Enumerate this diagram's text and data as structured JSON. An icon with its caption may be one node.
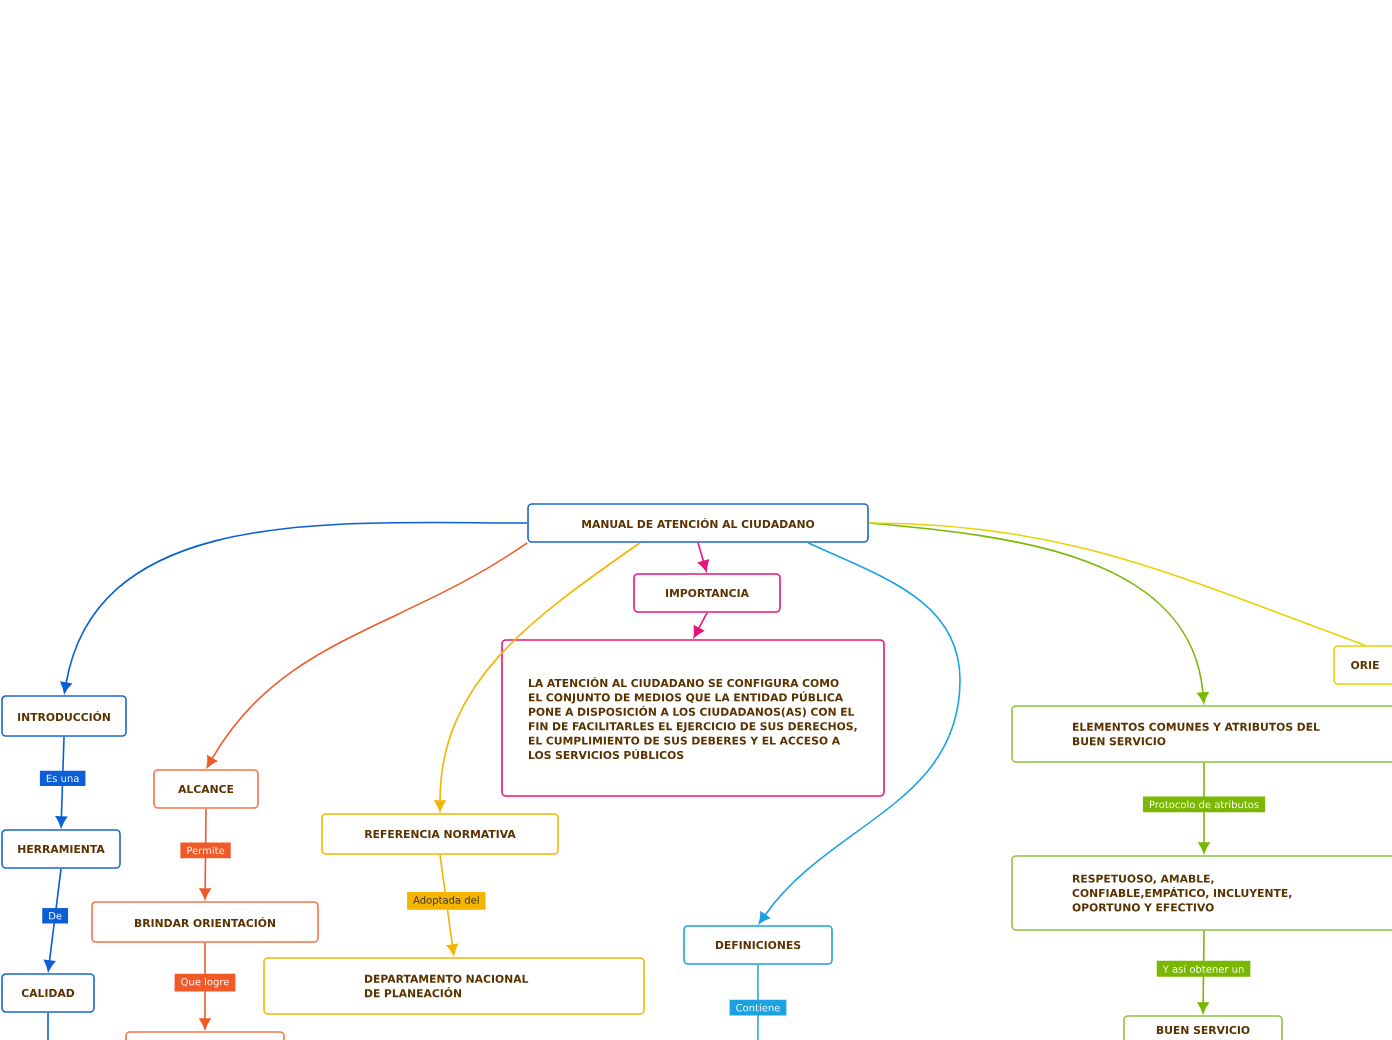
{
  "diagram": {
    "nodes": [
      {
        "text": [
          "MANUAL DE ATENCIÓN AL CIUDADANO"
        ]
      },
      {
        "text": [
          "IMPORTANCIA"
        ]
      },
      {
        "text": [
          "LA ATENCIÓN AL CIUDADANO SE CONFIGURA COMO EL CONJUNTO DE MEDIOS QUE LA ENTIDAD PÚBLICA PONE A DISPOSICIÓN A LOS CIUDADANOS(AS) CON EL FIN DE FACILITARLES EL EJERCICIO DE SUS DERECHOS, EL CUMPLIMIENTO DE SUS DEBERES Y EL ACCESO A LOS SERVICIOS PÚBLICOS"
        ]
      },
      {
        "text": [
          "INTRODUCCIÓN"
        ]
      },
      {
        "text": [
          "HERRAMIENTA"
        ]
      },
      {
        "text": [
          "CALIDAD"
        ]
      },
      {
        "text": [
          "ALCANCE"
        ]
      },
      {
        "text": [
          "BRINDAR ORIENTACIÓN"
        ]
      },
      {
        "text": [],
        "shape": "box"
      },
      {
        "text": [
          "REFERENCIA NORMATIVA"
        ]
      },
      {
        "text": [
          "DEPARTAMENTO NACIONAL DE PLANEACIÓN"
        ]
      },
      {
        "text": [
          "DEFINICIONES"
        ]
      },
      {
        "text": [
          "ELEMENTOS COMUNES Y ATRIBUTOS DEL BUEN SERVICIO"
        ]
      },
      {
        "text": [
          "RESPETUOSO, AMABLE, CONFIABLE,EMPÁTICO, INCLUYENTE, OPORTUNO Y EFECTIVO"
        ]
      },
      {
        "text": [
          "BUEN SERVICIO"
        ]
      },
      {
        "text": [
          "ORIE"
        ]
      }
    ],
    "edges": [
      {
        "from": 0,
        "to": 3,
        "arrow": "to",
        "color": "#0a5fd6"
      },
      {
        "from": 0,
        "to": 6,
        "arrow": "to",
        "color": "#f05a28"
      },
      {
        "from": 0,
        "to": 9,
        "arrow": "to",
        "color": "#f5b400"
      },
      {
        "from": 0,
        "to": 1,
        "arrow": "to",
        "color": "#e6157a"
      },
      {
        "from": 1,
        "to": 2,
        "arrow": "to",
        "color": "#e6157a"
      },
      {
        "from": 0,
        "to": 11,
        "arrow": "to",
        "color": "#1aa3e0"
      },
      {
        "from": 0,
        "to": 12,
        "arrow": "to",
        "color": "#7ab800"
      },
      {
        "from": 0,
        "to": 15,
        "arrow": "none",
        "color": "#e8d200"
      },
      {
        "from": 3,
        "to": 4,
        "arrow": "to",
        "label": "Es una",
        "color": "#0a5fd6"
      },
      {
        "from": 4,
        "to": 5,
        "arrow": "to",
        "label": "De",
        "color": "#0a5fd6"
      },
      {
        "from": 5,
        "to": null,
        "arrow": "none",
        "color": "#0a5fd6"
      },
      {
        "from": 6,
        "to": 7,
        "arrow": "to",
        "label": "Permite",
        "color": "#f05a28"
      },
      {
        "from": 7,
        "to": 8,
        "arrow": "to",
        "label": "Que logre",
        "color": "#f05a28"
      },
      {
        "from": 9,
        "to": 10,
        "arrow": "to",
        "label": "Adoptada del",
        "color": "#f5b400"
      },
      {
        "from": 11,
        "to": null,
        "arrow": "none",
        "label": "Contiene",
        "color": "#1aa3e0"
      },
      {
        "from": 12,
        "to": 13,
        "arrow": "to",
        "label": "Protocolo de atributos",
        "color": "#7ab800"
      },
      {
        "from": 13,
        "to": 14,
        "arrow": "to",
        "label": "Y así obtener un",
        "color": "#7ab800"
      }
    ]
  }
}
